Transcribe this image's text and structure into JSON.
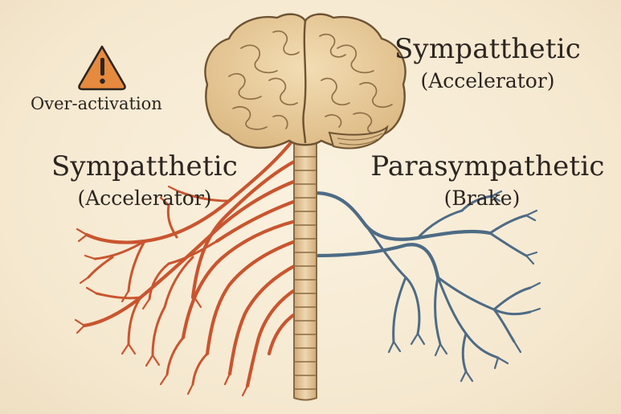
{
  "warning": {
    "icon": "warning-icon",
    "label": "Over-activation"
  },
  "right_top": {
    "title": "Sympatthetic",
    "subtitle": "(Accelerator)"
  },
  "left_mid": {
    "title": "Sympatthetic",
    "subtitle": "(Accelerator)"
  },
  "right_mid": {
    "title": "Parasympathetic",
    "subtitle": "(Brake)"
  },
  "colors": {
    "sympathetic": "#c9552f",
    "parasympathetic": "#4d6b85",
    "warning": "#e68a3e",
    "brain": "#e8cc9c",
    "spine": "#e6caa0"
  }
}
